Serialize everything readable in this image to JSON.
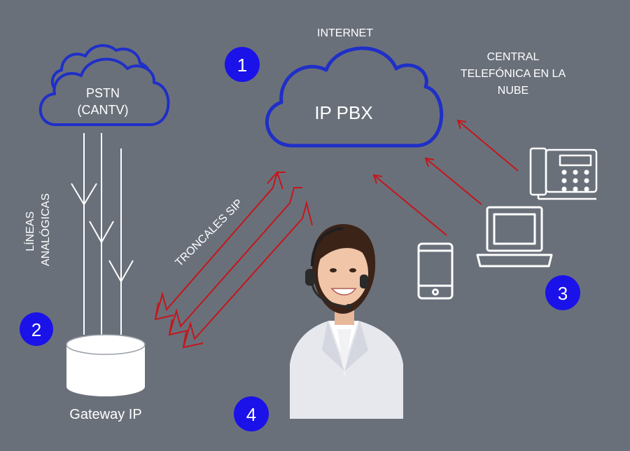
{
  "colors": {
    "background": "#6a707a",
    "cloud_outline": "#1f2fc8",
    "badge_fill": "#1a12e8",
    "sip_lines": "#c4161c",
    "white": "#ffffff"
  },
  "labels": {
    "internet": "INTERNET",
    "ip_pbx": "IP PBX",
    "pstn_line1": "PSTN",
    "pstn_line2": "(CANTV)",
    "central_line1": "CENTRAL",
    "central_line2": "TELEFÓNICA EN LA",
    "central_line3": "NUBE",
    "lineas_line1": "LÍNEAS",
    "lineas_line2": "ANALÓGICAS",
    "troncales": "TRONCALES SIP",
    "gateway": "Gateway IP"
  },
  "badges": {
    "one": "1",
    "two": "2",
    "three": "3",
    "four": "4"
  },
  "icons": {
    "pstn_cloud": "cloud-icon",
    "pbx_cloud": "cloud-icon",
    "desk_phone": "desk-phone-icon",
    "laptop": "laptop-icon",
    "mobile": "smartphone-icon",
    "gateway": "database-cylinder-icon",
    "agent": "call-center-agent-photo"
  }
}
